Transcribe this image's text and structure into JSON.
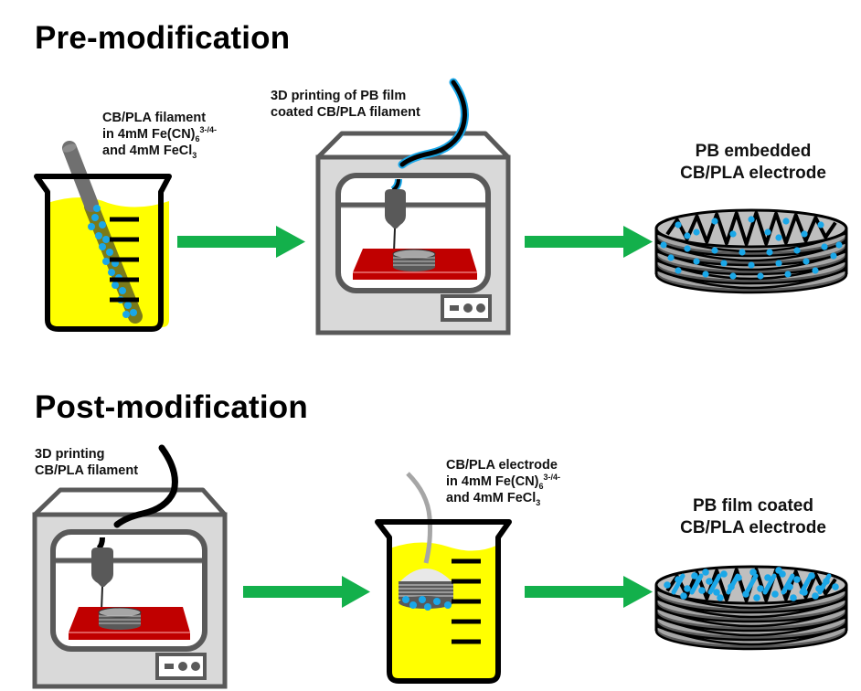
{
  "sections": {
    "pre": {
      "title": "Pre-modification",
      "step1_label": {
        "line1": "CB/PLA filament",
        "line2_prefix": "in 4mM Fe(CN)",
        "line2_sub": "6",
        "line2_sup": "3-/4-",
        "line3_prefix": "and 4mM FeCl",
        "line3_sub": "3"
      },
      "step2_label": {
        "line1": "3D printing of PB film",
        "line2": "coated CB/PLA filament"
      },
      "result_label": {
        "line1": "PB embedded",
        "line2": "CB/PLA electrode"
      }
    },
    "post": {
      "title": "Post-modification",
      "step1_label": {
        "line1": "3D printing",
        "line2": "CB/PLA filament"
      },
      "step2_label": {
        "line1": "CB/PLA electrode",
        "line2_prefix": "in 4mM Fe(CN)",
        "line2_sub": "6",
        "line2_sup": "3-/4-",
        "line3_prefix": "and 4mM FeCl",
        "line3_sub": "3"
      },
      "result_label": {
        "line1": "PB film coated",
        "line2": "CB/PLA electrode"
      }
    }
  },
  "colors": {
    "arrow": "#13b04b",
    "solution": "#ffff00",
    "prussian_blue": "#1aa7e8",
    "printer_body": "#d9d9d9",
    "printer_frame": "#595959",
    "print_bed": "#c00000",
    "electrode_gray": "#a6a6a6"
  },
  "icons": [
    "beaker-icon",
    "filament-icon",
    "3d-printer-icon",
    "electrode-disc-icon",
    "process-arrow-icon"
  ]
}
